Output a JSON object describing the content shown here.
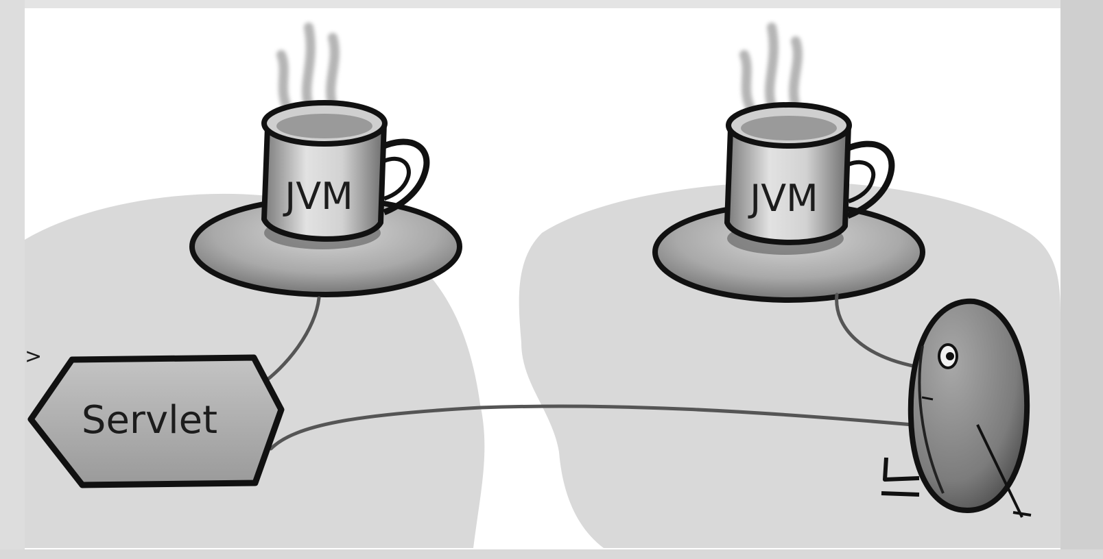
{
  "diagram": {
    "left_mug_label": "JVM",
    "right_mug_label": "JVM",
    "servlet_label": "Servlet",
    "edge_mark": ">"
  }
}
